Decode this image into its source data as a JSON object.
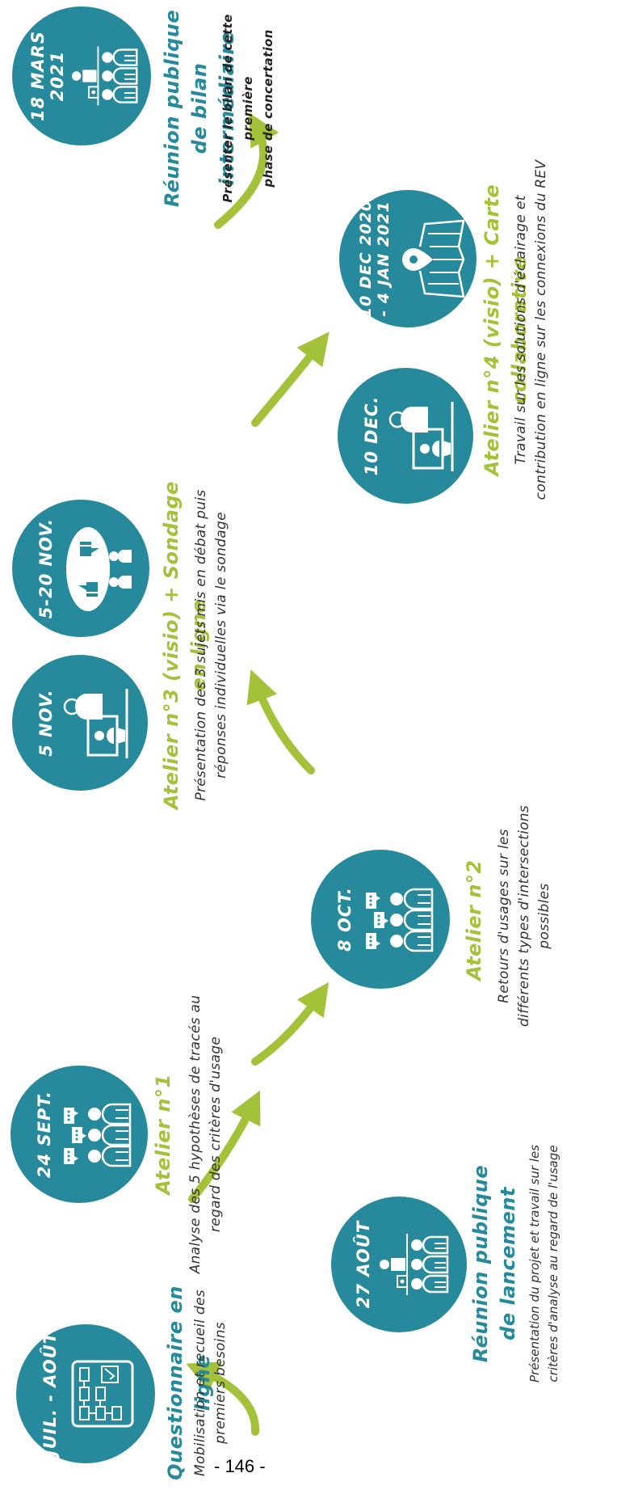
{
  "colors": {
    "teal": "#268a9c",
    "green": "#a3c239"
  },
  "stages": [
    {
      "id": "questionnaire",
      "date": [
        "JUIL. - AOÛT"
      ],
      "icon": "flowchart-icon",
      "title": [
        "Questionnaire en ligne"
      ],
      "title_color": "teal",
      "desc": [
        "Mobilisation et recueil des",
        "premiers besoins"
      ]
    },
    {
      "id": "reunion-lancement",
      "date": [
        "27 AOÛT"
      ],
      "icon": "presenter-audience-icon",
      "title": [
        "Réunion publique",
        "de lancement"
      ],
      "title_color": "teal",
      "desc": [
        "Présentation du projet et travail sur les",
        "critères d'analyse au regard de l'usage"
      ]
    },
    {
      "id": "atelier-1",
      "date": [
        "24 SEPT."
      ],
      "icon": "group-discussion-icon",
      "title": [
        "Atelier n°1"
      ],
      "title_color": "green",
      "desc": [
        "Analyse des 5 hypothèses de tracés au",
        "regard des critères d'usage"
      ]
    },
    {
      "id": "atelier-2",
      "date": [
        "8 OCT."
      ],
      "icon": "group-discussion-icon",
      "title": [
        "Atelier n°2"
      ],
      "title_color": "green",
      "desc": [
        "Retours d'usages sur les",
        "différents types d'intersections",
        "possibles"
      ]
    },
    {
      "id": "atelier-3",
      "date": [
        "5 NOV."
      ],
      "icon": "video-conference-icon",
      "title": [
        "Atelier n°3 (visio) + Sondage en ligne"
      ],
      "title_color": "green",
      "desc": [
        "Présentation des 3 sujets mis en débat puis",
        "réponses individuelles via le sondage"
      ]
    },
    {
      "id": "sondage",
      "date": [
        "5-20 NOV."
      ],
      "icon": "survey-feedback-icon"
    },
    {
      "id": "atelier-4",
      "date": [
        "10 DEC."
      ],
      "icon": "video-conference-icon",
      "title": [
        "Atelier n°4 (visio) + Carte collaborative"
      ],
      "title_color": "green",
      "desc": [
        "Travail sur les solutions d'éclairage et",
        "contribution en ligne sur les connexions du REV"
      ]
    },
    {
      "id": "carte",
      "date": [
        "10 DEC 2020",
        "- 4 JAN 2021"
      ],
      "icon": "map-pin-icon"
    },
    {
      "id": "reunion-bilan",
      "date": [
        "18 MARS",
        "2021"
      ],
      "icon": "presenter-audience-icon",
      "title": [
        "Réunion publique",
        "de bilan intermédiaire"
      ],
      "title_color": "teal",
      "desc": [
        "Présenter le bilan de cette première",
        "phase de concertation"
      ]
    }
  ],
  "page_number": "- 146 -"
}
